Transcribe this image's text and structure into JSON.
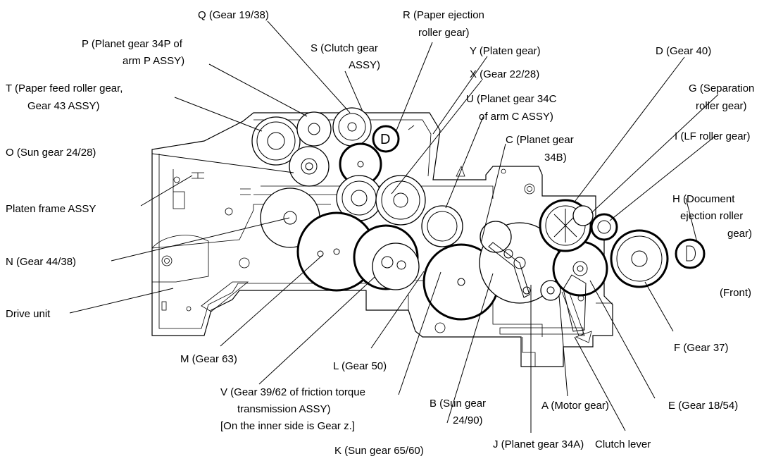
{
  "labels": {
    "Q": "Q (Gear 19/38)",
    "R1": "R (Paper ejection",
    "R2": "roller gear)",
    "P1": "P (Planet gear 34P of",
    "P2": "arm P ASSY)",
    "S1": "S (Clutch gear",
    "S2": "ASSY)",
    "Y": "Y (Platen gear)",
    "D": "D (Gear 40)",
    "X": "X (Gear 22/28)",
    "T1": "T (Paper feed roller gear,",
    "T2": "Gear 43 ASSY)",
    "G1": "G (Separation",
    "G2": "roller gear)",
    "U1": "U (Planet gear 34C",
    "U2": "of arm C ASSY)",
    "I": "I (LF roller gear)",
    "C1": "C (Planet gear",
    "C2": "34B)",
    "O": "O (Sun gear 24/28)",
    "H1": "H (Document",
    "H2": "ejection roller",
    "H3": "gear)",
    "platen": "Platen frame ASSY",
    "N": "N (Gear 44/38)",
    "front": "(Front)",
    "drive": "Drive unit",
    "F": "F (Gear 37)",
    "M": "M (Gear 63)",
    "L": "L (Gear 50)",
    "V1": "V (Gear 39/62 of friction torque",
    "V2": "transmission ASSY)",
    "V3": "[On the inner side is Gear z.]",
    "B1": "B (Sun gear",
    "B2": "24/90)",
    "A": "A (Motor gear)",
    "E": "E (Gear 18/54)",
    "J": "J (Planet gear 34A)",
    "K": "K (Sun gear 65/60)",
    "clutch": "Clutch lever",
    "gear_y_letter": "D"
  }
}
